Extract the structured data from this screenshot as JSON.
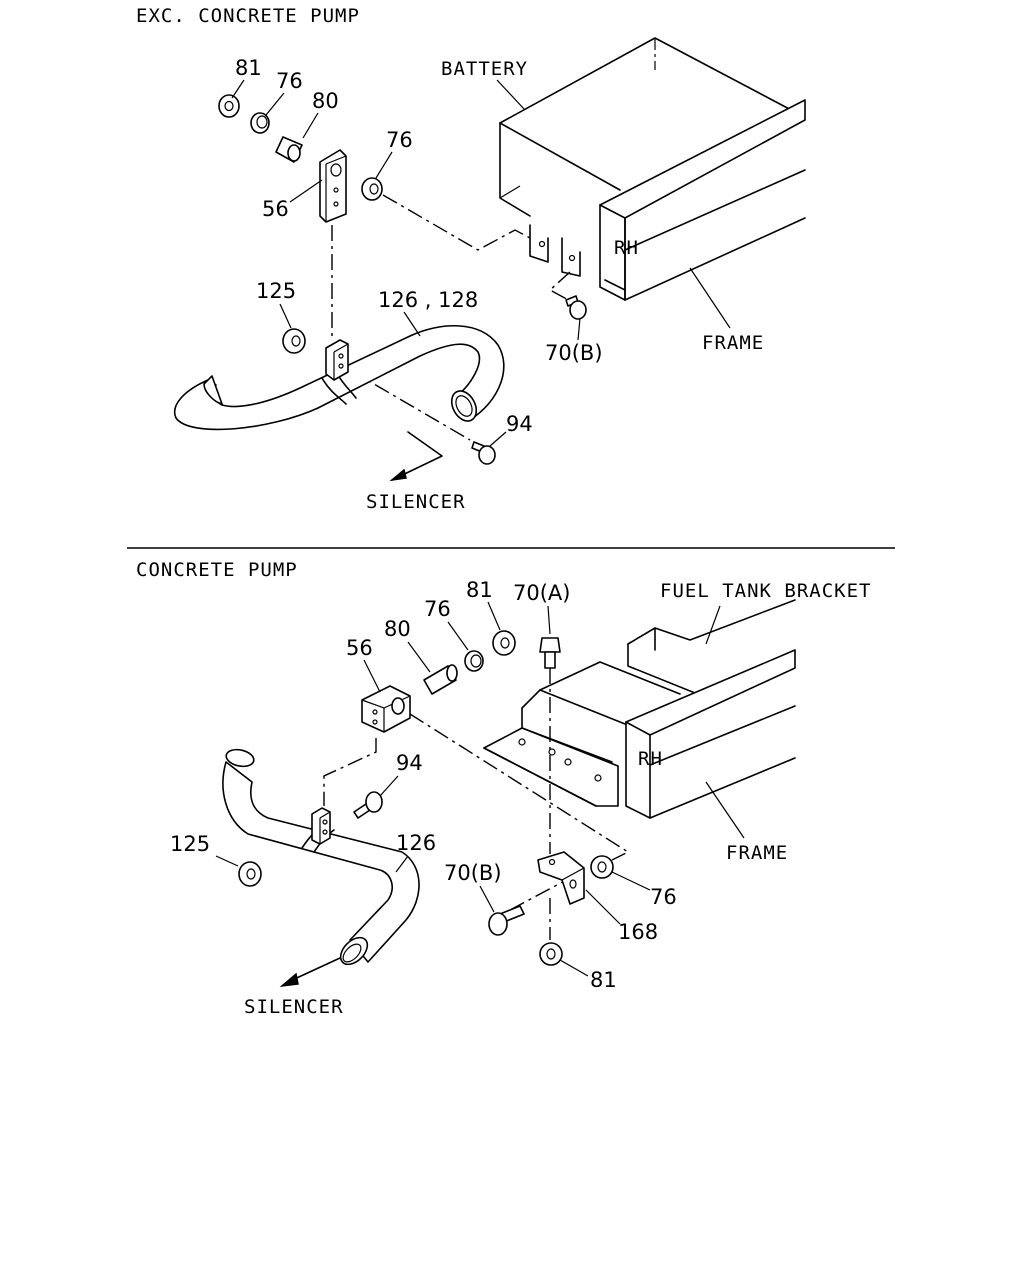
{
  "sections": {
    "upper": {
      "title": "EXC. CONCRETE PUMP",
      "labels": {
        "battery": "BATTERY",
        "rh": "RH",
        "frame": "FRAME",
        "silencer": "SILENCER"
      },
      "callouts": {
        "nut": "81",
        "washer_top": "76",
        "collar": "80",
        "washer_right": "76",
        "bracket": "56",
        "cushion": "125",
        "pipe": "126 , 128",
        "bolt_b": "70(B)",
        "bolt_clamp": "94"
      }
    },
    "lower": {
      "title": "CONCRETE PUMP",
      "labels": {
        "fuel_tank_bracket": "FUEL TANK BRACKET",
        "rh": "RH",
        "frame": "FRAME",
        "silencer": "SILENCER"
      },
      "callouts": {
        "bracket": "56",
        "collar": "80",
        "washer": "76",
        "nut_top": "81",
        "bolt_a": "70(A)",
        "bolt_clamp": "94",
        "cushion": "125",
        "pipe": "126",
        "bolt_b": "70(B)",
        "washer_right": "76",
        "stay": "168",
        "nut_bottom": "81"
      }
    }
  }
}
